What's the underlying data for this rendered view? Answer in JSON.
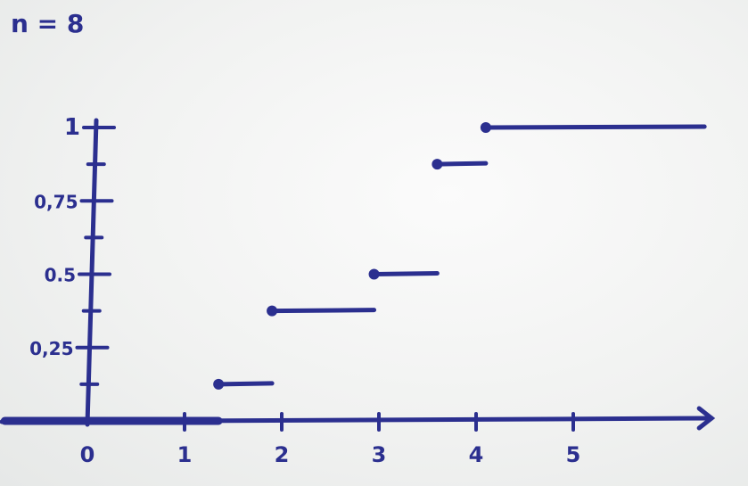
{
  "chart_data": {
    "type": "line",
    "subtype": "step-ecdf",
    "annotation": "n = 8",
    "x_ticks": [
      0,
      1,
      2,
      3,
      4,
      5
    ],
    "y_tick_labels": [
      {
        "value": 0.25,
        "label": "0,25"
      },
      {
        "value": 0.5,
        "label": "0.5"
      },
      {
        "value": 0.75,
        "label": "0,75"
      },
      {
        "value": 1,
        "label": "1"
      }
    ],
    "y_minor_ticks": [
      0.125,
      0.375,
      0.625,
      0.875
    ],
    "xlim": [
      -0.85,
      6.35
    ],
    "ylim": [
      0,
      1
    ],
    "grid": false,
    "steps": [
      {
        "x_start": -0.85,
        "x_end": 1.35,
        "y": 0
      },
      {
        "x_start": 1.35,
        "x_end": 1.9,
        "y": 0.125
      },
      {
        "x_start": 1.9,
        "x_end": 2.95,
        "y": 0.375
      },
      {
        "x_start": 2.95,
        "x_end": 3.6,
        "y": 0.5
      },
      {
        "x_start": 3.6,
        "x_end": 4.1,
        "y": 0.875
      },
      {
        "x_start": 4.1,
        "x_end": 6.35,
        "y": 1
      }
    ],
    "ink_color": "#2b2f8f"
  }
}
